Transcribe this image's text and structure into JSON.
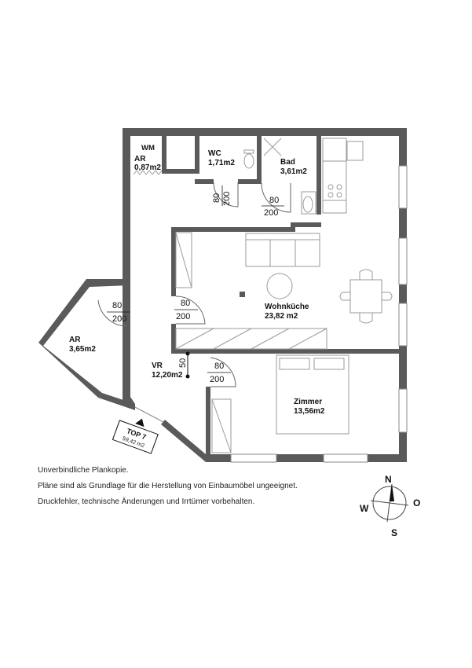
{
  "rooms": [
    {
      "id": "wm",
      "name": "WM",
      "area": ""
    },
    {
      "id": "ar-small",
      "name": "AR",
      "area": "0,87m2"
    },
    {
      "id": "wc",
      "name": "WC",
      "area": "1,71m2"
    },
    {
      "id": "bad",
      "name": "Bad",
      "area": "3,61m2"
    },
    {
      "id": "wohnkueche",
      "name": "Wohnküche",
      "area": "23,82 m2"
    },
    {
      "id": "ar-large",
      "name": "AR",
      "area": "3,65m2"
    },
    {
      "id": "vr",
      "name": "VR",
      "area": "12,20m2"
    },
    {
      "id": "zimmer",
      "name": "Zimmer",
      "area": "13,56m2"
    }
  ],
  "doors": {
    "wc": {
      "width": "80",
      "height": "200"
    },
    "bad": {
      "width": "80",
      "height": "200"
    },
    "ar_large": {
      "width": "80",
      "height": "200"
    },
    "wohnkueche": {
      "width": "80",
      "height": "200"
    },
    "zimmer": {
      "width": "80",
      "height": "200"
    },
    "vr_niche": {
      "width": "50"
    }
  },
  "unit_tag": {
    "name": "TOP 7",
    "area": "59,42 m2"
  },
  "notes": [
    "Unverbindliche Plankopie.",
    "Pläne sind als Grundlage für die Herstellung von Einbaumöbel ungeeignet.",
    "Druckfehler, technische Änderungen und Irrtümer vorbehalten."
  ],
  "compass": {
    "north": "N",
    "east": "O",
    "south": "S",
    "west": "W"
  },
  "colors": {
    "wall": "#5a5a5a",
    "line": "#888888",
    "text": "#111111"
  }
}
